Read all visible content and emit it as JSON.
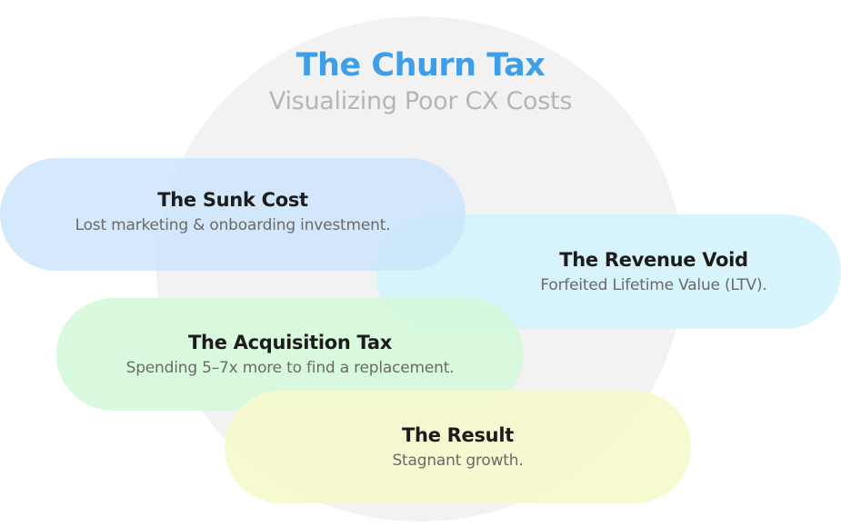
{
  "header": {
    "title": "The Churn Tax",
    "subtitle": "Visualizing Poor CX Costs"
  },
  "colors": {
    "title": "#3f9ee8",
    "subtitle": "#b5b5b5",
    "background_circle": "#f2f2f2",
    "sunk_cost": "#cce5fa",
    "revenue_void": "#d4f3fd",
    "acquisition_tax": "#d5f9db",
    "result": "#f6facc"
  },
  "items": [
    {
      "title": "The Sunk Cost",
      "description": "Lost marketing & onboarding investment."
    },
    {
      "title": "The Revenue Void",
      "description": "Forfeited Lifetime Value (LTV)."
    },
    {
      "title": "The Acquisition Tax",
      "description": "Spending 5–7x more to find a replacement."
    },
    {
      "title": "The Result",
      "description": "Stagnant growth."
    }
  ]
}
